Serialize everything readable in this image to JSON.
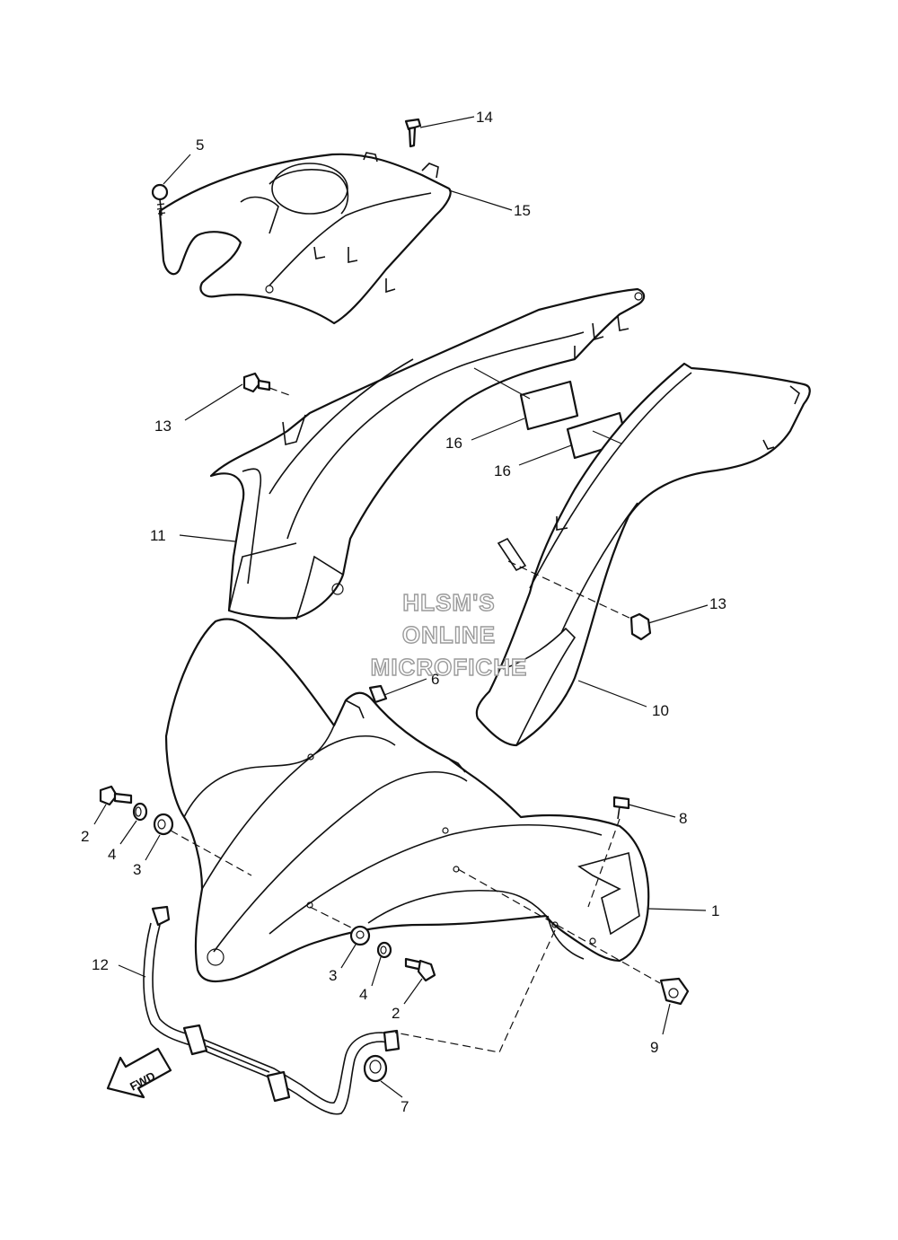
{
  "diagram": {
    "callouts": [
      {
        "id": "c1",
        "label": "1"
      },
      {
        "id": "c2a",
        "label": "2"
      },
      {
        "id": "c2b",
        "label": "2"
      },
      {
        "id": "c3a",
        "label": "3"
      },
      {
        "id": "c3b",
        "label": "3"
      },
      {
        "id": "c4a",
        "label": "4"
      },
      {
        "id": "c4b",
        "label": "4"
      },
      {
        "id": "c5",
        "label": "5"
      },
      {
        "id": "c6",
        "label": "6"
      },
      {
        "id": "c7",
        "label": "7"
      },
      {
        "id": "c8",
        "label": "8"
      },
      {
        "id": "c9",
        "label": "9"
      },
      {
        "id": "c10",
        "label": "10"
      },
      {
        "id": "c11",
        "label": "11"
      },
      {
        "id": "c12",
        "label": "12"
      },
      {
        "id": "c13a",
        "label": "13"
      },
      {
        "id": "c13b",
        "label": "13"
      },
      {
        "id": "c14",
        "label": "14"
      },
      {
        "id": "c15",
        "label": "15"
      },
      {
        "id": "c16a",
        "label": "16"
      },
      {
        "id": "c16b",
        "label": "16"
      }
    ],
    "watermark": {
      "line1": "HLSM'S",
      "line2": "ONLINE",
      "line3": "MICROFICHE"
    },
    "direction_marker": "FWD"
  }
}
